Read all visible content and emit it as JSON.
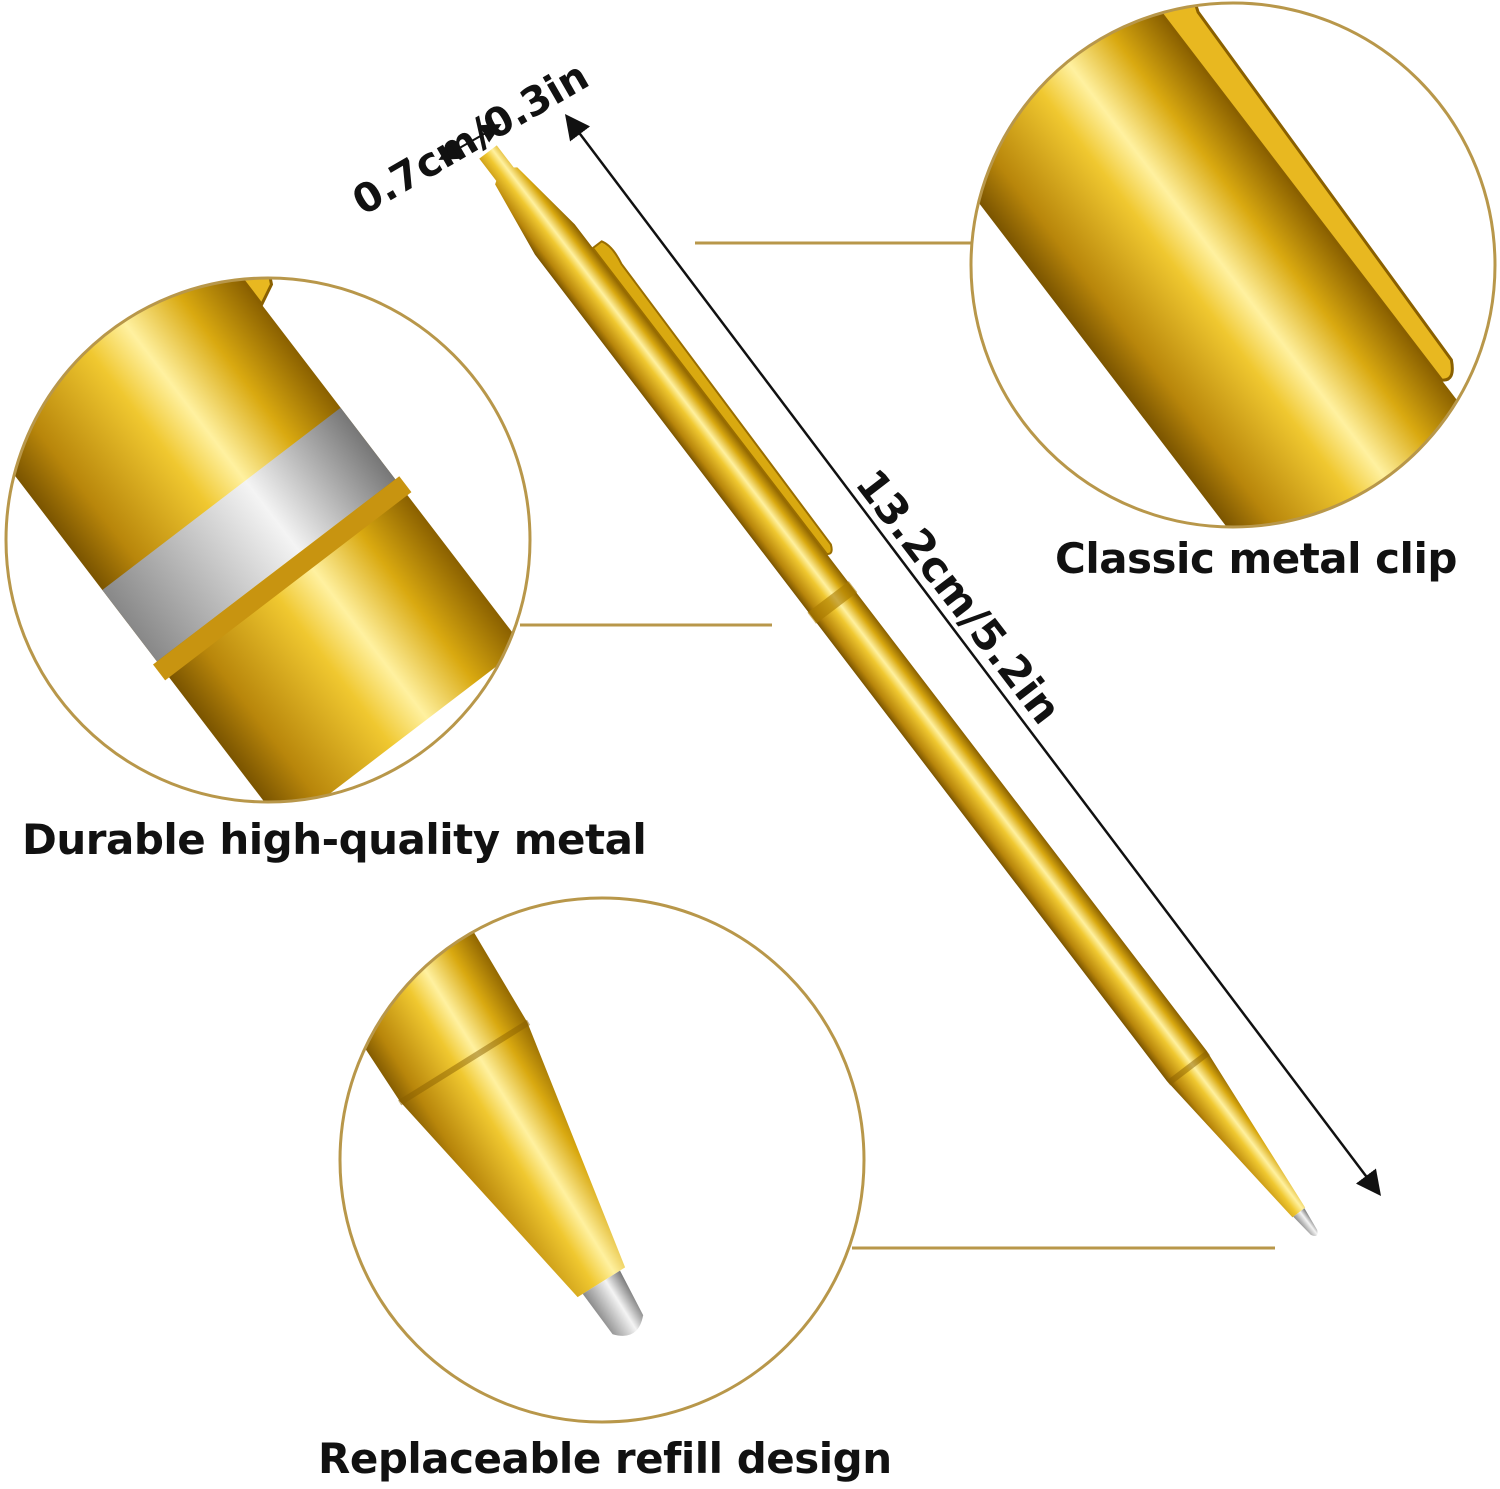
{
  "features": {
    "clip": "Classic metal clip",
    "metal": "Durable high-quality metal",
    "refill": "Replaceable refill design"
  },
  "dimensions": {
    "length": "13.2cm/5.2in",
    "diameter": "0.7cm/0.3in"
  },
  "colors": {
    "gold_light": "#ffe680",
    "gold_mid": "#e0b21a",
    "gold_dark": "#9a6e00",
    "circle_stroke": "#b8974a",
    "silver": "#c8c8c8"
  }
}
